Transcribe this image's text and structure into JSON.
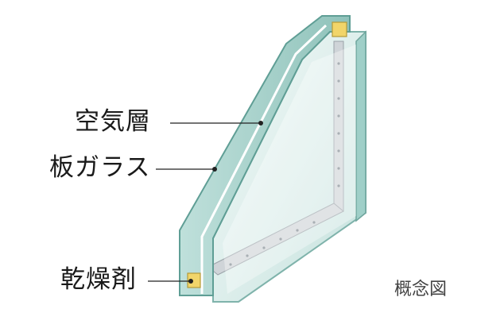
{
  "labels": {
    "air_layer": "空気層",
    "glass_pane": "板ガラス",
    "desiccant": "乾燥剤"
  },
  "caption": "概念図",
  "colors": {
    "glass_edge": "#a9d3cd",
    "glass_edge_dark": "#5f9e95",
    "glass_face": "#e3f1ef",
    "spacer": "#c9ced3",
    "desiccant": "#f1d56a",
    "leader": "#222222"
  }
}
